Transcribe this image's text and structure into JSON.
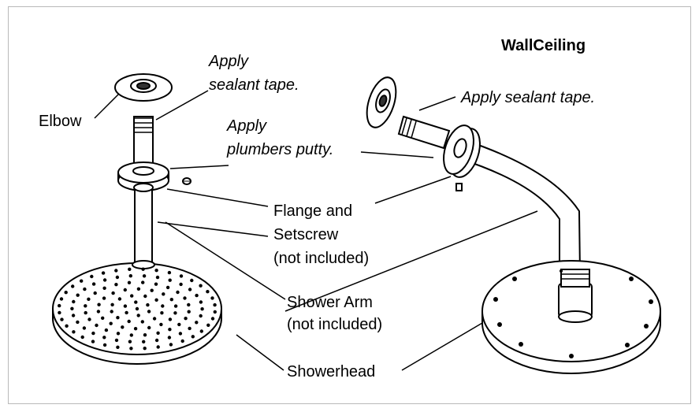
{
  "title": "WallCeiling",
  "labels": {
    "elbow": "Elbow",
    "apply_sealant_left_1": "Apply",
    "apply_sealant_left_2": "sealant tape.",
    "apply_sealant_right": "Apply sealant tape.",
    "apply_putty_1": "Apply",
    "apply_putty_2": "plumbers putty.",
    "flange_1": "Flange and",
    "flange_2": "Setscrew",
    "flange_3": "(not included)",
    "arm_1": "Shower Arm",
    "arm_2": "(not included)",
    "showerhead": "Showerhead"
  }
}
